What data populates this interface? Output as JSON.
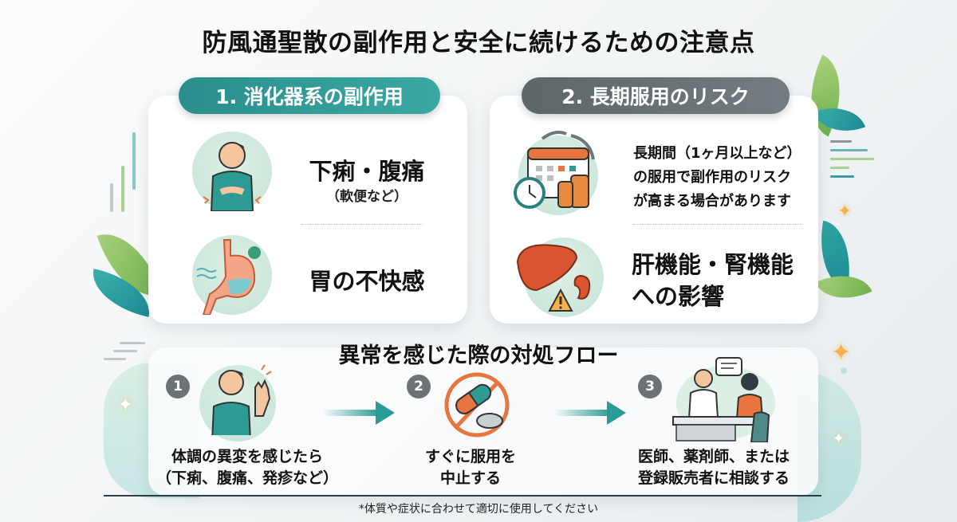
{
  "title": "防風通聖散の副作用と安全に続けるための注意点",
  "section1": {
    "label": "1. 消化器系の副作用",
    "items": [
      {
        "icon": "stomach-pain-person-icon",
        "title": "下痢・腹痛",
        "sub": "（軟便など）"
      },
      {
        "icon": "stomach-icon",
        "title": "胃の不快感"
      }
    ]
  },
  "section2": {
    "label": "2. 長期服用のリスク",
    "items": [
      {
        "icon": "calendar-medicine-icon",
        "lines": [
          "長期間（1ヶ月以上など）",
          "の服用で副作用のリスク",
          "が高まる場合があります"
        ]
      },
      {
        "icon": "liver-kidney-warning-icon",
        "lines": [
          "肝機能・腎機能",
          "への影響"
        ]
      }
    ]
  },
  "flow": {
    "title": "異常を感じた際の対処フロー",
    "steps": [
      {
        "num": "1",
        "icon": "unwell-person-icon",
        "lines": [
          "体調の異変を感じたら",
          "（下痢、腹痛、発疹など）"
        ]
      },
      {
        "num": "2",
        "icon": "no-medicine-icon",
        "lines": [
          "すぐに服用を",
          "中止する"
        ]
      },
      {
        "num": "3",
        "icon": "doctor-consultation-icon",
        "lines": [
          "医師、薬剤師、または",
          "登録販売者に相談する"
        ]
      }
    ]
  },
  "note": "*体質や症状に合わせて適切に使用してください",
  "colors": {
    "teal": "#2a9b96",
    "gray": "#6b7376",
    "orange": "#e8743f",
    "green": "#8cc35a"
  }
}
